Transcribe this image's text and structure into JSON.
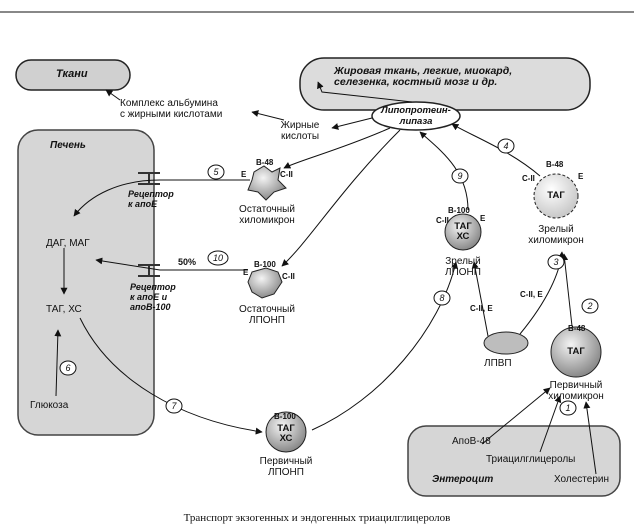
{
  "tissues": {
    "title": "Ткани",
    "albumin_complex": [
      "Комплекс альбумина",
      "с жирными кислотами"
    ]
  },
  "adipose": {
    "lines": [
      "Жировая ткань, легкие, миокард,",
      "селезенка, костный мозг и др."
    ]
  },
  "lipase": {
    "lines": [
      "Липопротеин-",
      "липаза"
    ]
  },
  "fatty_acids": [
    "Жирные",
    "кислоты"
  ],
  "liver": {
    "title": "Печень",
    "dag": "ДАГ, МАГ",
    "tag": "ТАГ, ХС",
    "glucose": "Глюкоза"
  },
  "receptors": {
    "apoE": [
      "Рецептор",
      "к апоЕ"
    ],
    "apoE_apoB": [
      "Рецептор",
      "к апоЕ и",
      "апоВ-100"
    ],
    "percent": "50%"
  },
  "particles": {
    "residual_chylo": {
      "name": [
        "Остаточный",
        "хиломикрон"
      ],
      "apo_top": "B-48",
      "apo_left": "E",
      "apo_right": "C-II"
    },
    "residual_vldl": {
      "name": [
        "Остаточный",
        "ЛПОНП"
      ],
      "apo_top": "B-100",
      "apo_left": "E",
      "apo_right": "C-II"
    },
    "mature_vldl": {
      "name": [
        "Зрелый",
        "ЛПОНП"
      ],
      "apo_top": "B-100",
      "apo_left": "C-II",
      "apo_right": "E",
      "core": [
        "ТАГ",
        "ХС"
      ]
    },
    "mature_chylo": {
      "name": [
        "Зрелый",
        "хиломикрон"
      ],
      "apo_top": "B-48",
      "apo_left": "C-II",
      "apo_right": "E",
      "core": [
        "ТАГ"
      ]
    },
    "primary_chylo": {
      "name": [
        "Первичный",
        "хиломикрон"
      ],
      "apo_top": "B-48",
      "core": [
        "ТАГ"
      ]
    },
    "primary_vldl": {
      "name": [
        "Первичный",
        "ЛПОНП"
      ],
      "apo_top": "B-100",
      "core": [
        "ТАГ",
        "ХС"
      ]
    }
  },
  "hdl": {
    "name": "ЛПВП",
    "transfer_left": "C-II, E",
    "transfer_right": "C-II, E"
  },
  "enterocyte": {
    "title": "Энтероцит",
    "apob48": "АпоВ-48",
    "tag": "Триацилглицеролы",
    "chol": "Холестерин"
  },
  "steps": [
    "1",
    "2",
    "3",
    "4",
    "5",
    "6",
    "7",
    "8",
    "9",
    "10"
  ],
  "caption": "Транспорт экзогенных и эндогенных триацилглицеролов"
}
